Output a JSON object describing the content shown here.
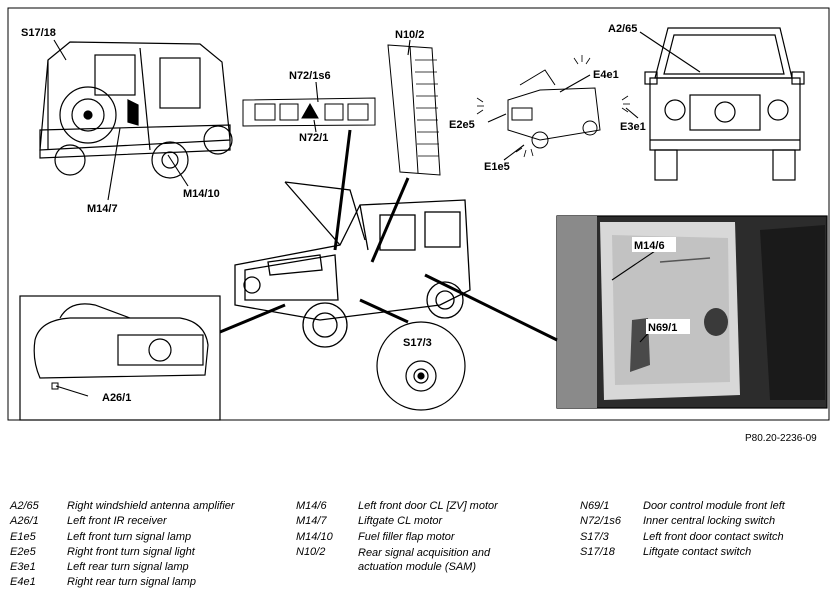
{
  "callouts": {
    "s17_18": "S17/18",
    "m14_7": "M14/7",
    "m14_10": "M14/10",
    "n72_1s6": "N72/1s6",
    "n72_1": "N72/1",
    "n10_2": "N10/2",
    "e2e5": "E2e5",
    "e4e1": "E4e1",
    "e1e5": "E1e5",
    "a2_65": "A2/65",
    "e3e1": "E3e1",
    "a26_1": "A26/1",
    "s17_3": "S17/3",
    "m14_6": "M14/6",
    "n69_1": "N69/1"
  },
  "figure_ref": "P80.20-2236-09",
  "legend": {
    "col1": [
      {
        "code": "A2/65",
        "desc": "Right windshield antenna amplifier"
      },
      {
        "code": "A26/1",
        "desc": "Left front IR receiver"
      },
      {
        "code": "E1e5",
        "desc": "Left front turn signal lamp"
      },
      {
        "code": "E2e5",
        "desc": "Right front turn signal light"
      },
      {
        "code": "E3e1",
        "desc": "Left rear turn signal lamp"
      },
      {
        "code": "E4e1",
        "desc": "Right rear turn signal lamp"
      }
    ],
    "col2": [
      {
        "code": "M14/6",
        "desc": "Left front door CL [ZV] motor"
      },
      {
        "code": "M14/7",
        "desc": "Liftgate CL motor"
      },
      {
        "code": "M14/10",
        "desc": "Fuel filler flap motor"
      },
      {
        "code": "N10/2",
        "desc": " Rear signal acquisition and actuation module (SAM)"
      }
    ],
    "col3": [
      {
        "code": "N69/1",
        "desc": "Door control module front left"
      },
      {
        "code": "N72/1s6",
        "desc": "Inner central locking switch"
      },
      {
        "code": "S17/3",
        "desc": "Left front door contact switch"
      },
      {
        "code": "S17/18",
        "desc": "Liftgate contact switch"
      }
    ]
  }
}
